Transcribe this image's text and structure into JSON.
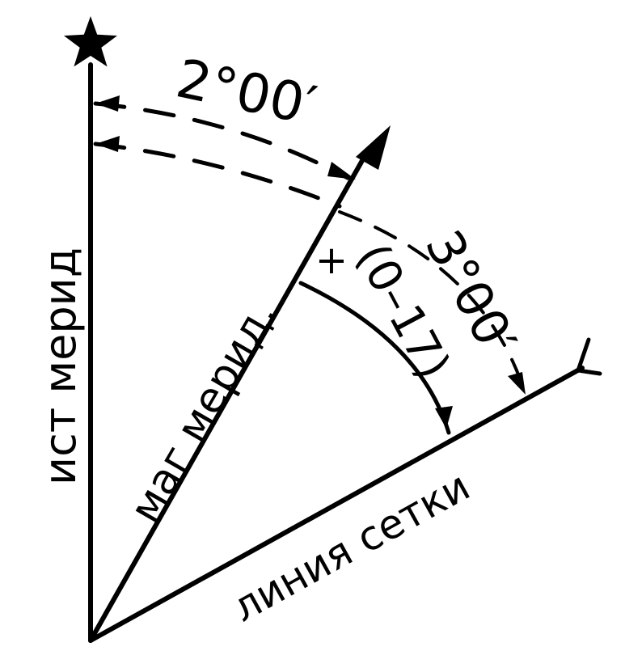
{
  "diagram": {
    "labels": {
      "true_meridian": "ист мерид",
      "magnetic_meridian": "маг мерид.",
      "grid_line": "линия сетки",
      "declination": "2°00′",
      "grid_magnetic_angle": "3°00′",
      "grid_magnetic_mils": "(0–17)",
      "sign": "+"
    },
    "icons": {
      "true_north": "star-icon"
    },
    "colors": {
      "ink": "#000000",
      "paper": "#ffffff"
    }
  }
}
